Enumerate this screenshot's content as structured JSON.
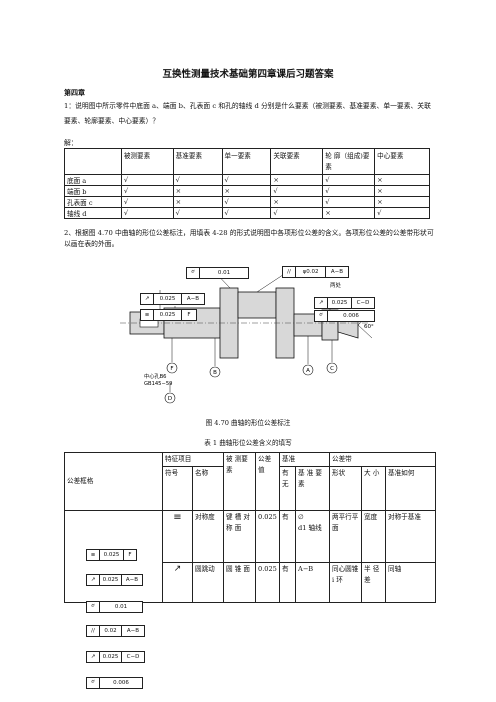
{
  "title": "互换性测量技术基础第四章课后习题答案",
  "chapter": "第四章",
  "q1": "1：说明图中所示零件中底面 a、端面 b、孔表面 c 和孔的轴线 d 分别是什么要素（被测要素、基准要素、单一要素、关联要素、轮廓要素、中心要素）？",
  "answer_label": "解：",
  "table1": {
    "headers": [
      "",
      "被测要素",
      "基准要素",
      "单一要素",
      "关联要素",
      "轮 廓（组成)要素",
      "中心要素"
    ],
    "rows": [
      [
        "底面 a",
        "√",
        "√",
        "√",
        "×",
        "√",
        "×"
      ],
      [
        "端面 b",
        "√",
        "×",
        "×",
        "√",
        "√",
        "×"
      ],
      [
        "孔表面 c",
        "√",
        "×",
        "√",
        "×",
        "√",
        "×"
      ],
      [
        "轴线 d",
        "√",
        "√",
        "√",
        "√",
        "×",
        "√"
      ]
    ]
  },
  "q2": "2、根据图 4.70 中曲轴的形位公差标注，用填表 4-28 的形式说明图中各项形位公差的含义。各项形位公差的公差带形状可以画在表的外面。",
  "figure": {
    "fcf_top1": "0.01",
    "fcf_top2_tol": "φ0.02",
    "fcf_top2_ref": "A−B",
    "fcf_left1_tol": "0.025",
    "fcf_left1_ref": "A−B",
    "fcf_left2_tol": "0.025",
    "fcf_left2_ref": "F",
    "fcf_right_note": "两处",
    "fcf_right1_tol": "0.025",
    "fcf_right1_ref": "C−D",
    "fcf_right2_tol": "0.006",
    "note_hole": "中心孔B6",
    "note_std": "GB145−59",
    "angle": "60°",
    "datums": [
      "F",
      "B",
      "A",
      "C",
      "D"
    ]
  },
  "caption1": "图 4.70 曲轴的形位公差标注",
  "caption2": "表 1  曲轴形位公差含义的填写",
  "table2": {
    "h_frame": "公差框格",
    "h_feature": "特征项目",
    "h_measured": "被 测要素",
    "h_value": "公差值",
    "h_datum": "基准",
    "h_zone": "公差带",
    "h_symbol": "符号",
    "h_name": "名称",
    "h_has": "有无",
    "h_datum_elem": "基 准 要 素",
    "h_shape": "形状",
    "h_size": "大 小",
    "h_how": "基准如何",
    "row1": {
      "name": "对称度",
      "measured": "键 槽 对 称 面",
      "value": "0.025",
      "has": "有",
      "datum_elem": "d1 轴线",
      "datum_prefix": "∅",
      "shape": "两平行平面",
      "size": "宽度",
      "how": "对称于基准"
    },
    "row2": {
      "name": "圆跳动",
      "measured": "圆 锥 面",
      "value": "0.025",
      "has": "有",
      "datum_elem": "A−B",
      "shape": "同心圆锥 i 环",
      "size": "半 径 差",
      "how": "同轴"
    },
    "frames": [
      {
        "tol": "0.025",
        "ref": "F"
      },
      {
        "tol": "0.025",
        "ref": "A−B"
      },
      {
        "tol": "0.01",
        "ref": ""
      },
      {
        "tol": "0.02",
        "ref": "A−B"
      },
      {
        "tol": "0.025",
        "ref": "C−D"
      },
      {
        "tol": "0.006",
        "ref": ""
      }
    ]
  }
}
